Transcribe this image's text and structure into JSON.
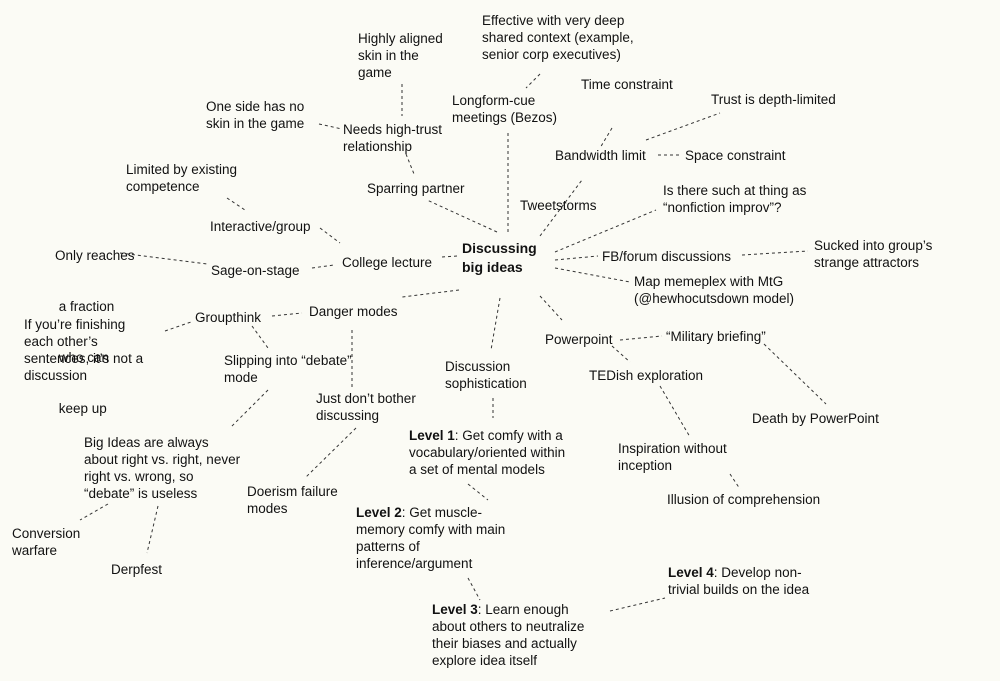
{
  "diagram": {
    "center": {
      "lines": [
        "Discussing",
        "big ideas"
      ]
    },
    "nodes": {
      "effective": {
        "lines": [
          "Effective with very deep",
          "shared context (example,",
          "senior corp executives)"
        ]
      },
      "highly_aligned": {
        "lines": [
          "Highly aligned",
          "skin in the",
          "game"
        ]
      },
      "longform": {
        "lines": [
          "Longform-cue",
          "meetings (Bezos)"
        ]
      },
      "time_constraint": {
        "lines": [
          "Time constraint"
        ]
      },
      "trust_depth": {
        "lines": [
          "Trust is depth-limited"
        ]
      },
      "one_side": {
        "lines": [
          "One side has no",
          "skin in the game"
        ]
      },
      "needs_trust": {
        "lines": [
          "Needs high-trust",
          "relationship"
        ]
      },
      "bandwidth": {
        "lines": [
          "Bandwidth limit"
        ]
      },
      "space": {
        "lines": [
          "Space constraint"
        ]
      },
      "limited_competence": {
        "lines": [
          "Limited by existing",
          "competence"
        ]
      },
      "sparring": {
        "lines": [
          "Sparring partner"
        ]
      },
      "tweetstorms": {
        "lines": [
          "Tweetstorms"
        ]
      },
      "nonfiction": {
        "lines": [
          "Is there such at thing as",
          "“nonfiction improv”?"
        ]
      },
      "only_reaches": {
        "lines": [
          "Only reaches",
          " a fraction",
          " who can",
          " keep up"
        ]
      },
      "interactive": {
        "lines": [
          "Interactive/group"
        ]
      },
      "college": {
        "lines": [
          "College lecture"
        ]
      },
      "sage": {
        "lines": [
          "Sage-on-stage"
        ]
      },
      "fb": {
        "lines": [
          "FB/forum discussions"
        ]
      },
      "sucked": {
        "lines": [
          "Sucked into group’s",
          "strange attractors"
        ]
      },
      "map": {
        "lines": [
          "Map memeplex with MtG",
          "(@hewhocutsdown model)"
        ]
      },
      "groupthink": {
        "lines": [
          "Groupthink"
        ]
      },
      "danger": {
        "lines": [
          "Danger modes"
        ]
      },
      "finishing": {
        "lines": [
          "If you’re finishing",
          "each other’s",
          "sentences, it’s not a",
          "discussion"
        ]
      },
      "powerpoint": {
        "lines": [
          "Powerpoint"
        ]
      },
      "military": {
        "lines": [
          "“Military briefing”"
        ]
      },
      "slipping": {
        "lines": [
          "Slipping into “debate”",
          "mode"
        ]
      },
      "discussion_soph": {
        "lines": [
          "Discussion",
          "sophistication"
        ]
      },
      "tedish": {
        "lines": [
          "TEDish exploration"
        ]
      },
      "just_dont": {
        "lines": [
          "Just don’t bother",
          "discussing"
        ]
      },
      "death_ppt": {
        "lines": [
          "Death by PowerPoint"
        ]
      },
      "level1": {
        "bold": "Level 1",
        "lines": [
          ": Get comfy with a",
          "vocabulary/oriented within",
          "a set of mental models"
        ]
      },
      "big_ideas": {
        "lines": [
          "Big Ideas are always",
          "about right vs. right, never",
          "right vs. wrong, so",
          "“debate” is useless"
        ]
      },
      "inspiration": {
        "lines": [
          "Inspiration without",
          "inception"
        ]
      },
      "doerism": {
        "lines": [
          "Doerism failure",
          "modes"
        ]
      },
      "illusion": {
        "lines": [
          "Illusion of comprehension"
        ]
      },
      "level2": {
        "bold": "Level 2",
        "lines": [
          ": Get muscle-",
          "memory comfy with main",
          "patterns of",
          "inference/argument"
        ]
      },
      "conversion": {
        "lines": [
          "Conversion",
          "warfare"
        ]
      },
      "derpfest": {
        "lines": [
          "Derpfest"
        ]
      },
      "level4": {
        "bold": "Level 4",
        "lines": [
          ": Develop non-",
          "trivial builds on the idea"
        ]
      },
      "level3": {
        "bold": "Level 3",
        "lines": [
          ": Learn enough",
          "about others to neutralize",
          "their biases and actually",
          "explore idea itself"
        ]
      }
    }
  }
}
